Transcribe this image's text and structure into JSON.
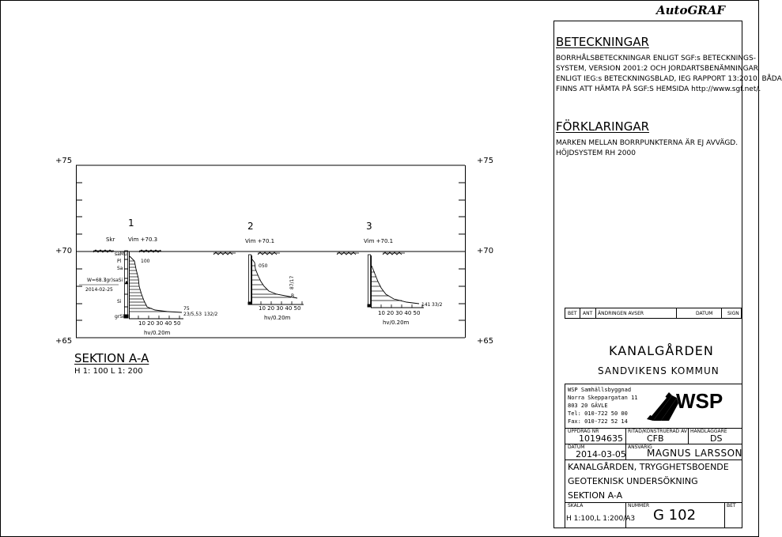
{
  "brand": "AutoGRAF",
  "legend": {
    "heading": "BETECKNINGAR",
    "lines": [
      "BORRHÅLSBETECKNINGAR ENLIGT SGF:s BETECKNINGS-",
      "SYSTEM, VERSION 2001:2 OCH JORDARTSBENÄMNINGAR",
      "ENLIGT IEG:s BETECKNINGSBLAD, IEG RAPPORT 13:2010. BÅDA",
      "FINNS ATT HÄMTA PÅ SGF:S HEMSIDA http://www.sgf.net/."
    ]
  },
  "explanations": {
    "heading": "FÖRKLARINGAR",
    "lines": [
      "MARKEN MELLAN BORRPUNKTERNA ÄR EJ AVVÄGD.",
      "HÖJDSYSTEM RH 2000"
    ]
  },
  "levels": {
    "l75": "+75",
    "l70": "+70",
    "l65": "+65"
  },
  "section": {
    "title": "SEKTION A-A",
    "scale": "H 1: 100   L 1: 200"
  },
  "boreholes": [
    {
      "number": "1",
      "method": "Skr",
      "elev": "Vim +70.3",
      "soil_labels": [
        "saMu",
        "Pl",
        "Sa",
        "Si",
        "grSi"
      ],
      "depth_value": "100",
      "water_level": "W=68.3",
      "water_soil": "(gr)saSi",
      "water_date": "2014-02-25",
      "scale_values": "10  20  30  40  50",
      "scale_unit": "hv/0.20m",
      "end_values": [
        "75",
        "23/5,53"
      ],
      "right_value": "132/2"
    },
    {
      "number": "2",
      "elev": "Vim +70.1",
      "depth_value": "050",
      "end_values": [
        "87/17",
        "B"
      ],
      "scale_values": "10  20  30  40  50",
      "scale_unit": "hv/0.20m"
    },
    {
      "number": "3",
      "elev": "Vim +70.1",
      "end_values": [
        "141",
        "33/2"
      ],
      "scale_values": "10  20  30  40  50",
      "scale_unit": "hv/0.20m"
    }
  ],
  "revision_table": {
    "headers": [
      "BET",
      "ANT",
      "ÄNDRINGEN AVSER",
      "DATUM",
      "SIGN"
    ]
  },
  "title_block": {
    "project": "KANALGÅRDEN",
    "municipality": "SANDVIKENS KOMMUN",
    "company": [
      "WSP Samhällsbyggnad",
      "Norra Skeppargatan 11",
      "803 20 GÄVLE",
      "Tel:  010-722 50 00",
      "Fax:  010-722 52 14"
    ],
    "logo_text": "WSP",
    "fields": {
      "order_label": "UPPDRAG NR",
      "order_value": "10194635",
      "drawn_label": "RITAD/KONSTRUERAD AV",
      "drawn_value": "CFB",
      "handler_label": "HANDLÄGGARE",
      "handler_value": "DS",
      "date_label": "DATUM",
      "date_value": "2014-03-05",
      "resp_label": "ANSVARIG",
      "resp_value": "MAGNUS LARSSON"
    },
    "desc": [
      "KANALGÅRDEN, TRYGGHETSBOENDE",
      "GEOTEKNISK UNDERSÖKNING",
      "SEKTION A-A"
    ],
    "scale_label": "SKALA",
    "scale_value": "H 1:100,L 1:200/A3",
    "number_label": "NUMMER",
    "number_value": "G 102",
    "rev_label": "BET"
  }
}
